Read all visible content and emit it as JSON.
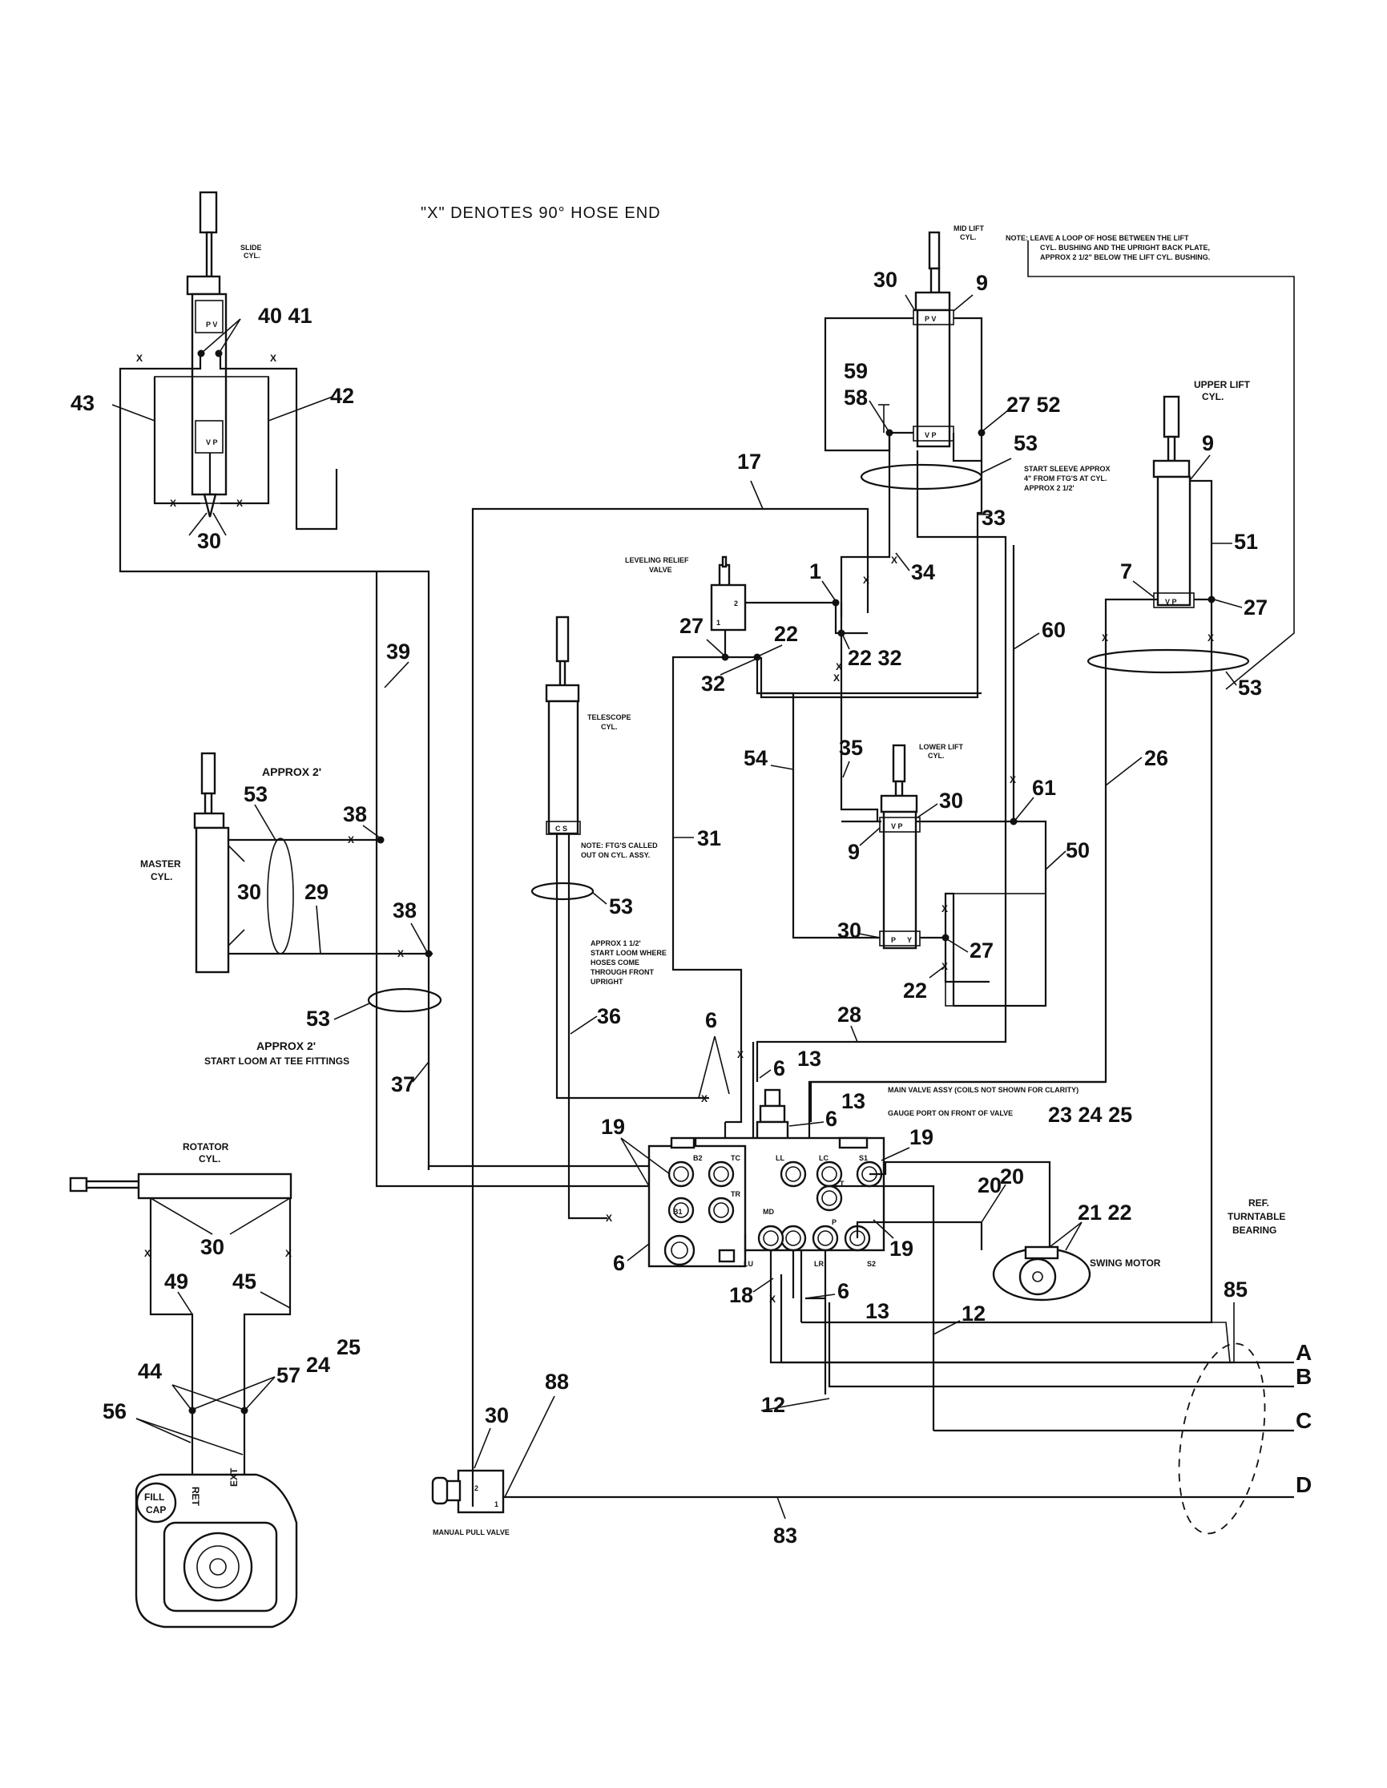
{
  "header": {
    "note_x": "\"X\" DENOTES 90° HOSE END"
  },
  "notes": {
    "loop_1": "NOTE: LEAVE A LOOP OF HOSE BETWEEN THE LIFT",
    "loop_2": "CYL. BUSHING AND THE UPRIGHT BACK PLATE,",
    "loop_3": "APPROX 2 1/2\" BELOW THE LIFT CYL. BUSHING.",
    "sleeve_1": "START SLEEVE APPROX",
    "sleeve_2": "4\" FROM FTG'S AT CYL.",
    "sleeve_3": "APPROX 2 1/2'",
    "ftg_1": "NOTE: FTG'S CALLED",
    "ftg_2": "OUT ON CYL. ASSY.",
    "loom_1": "APPROX 1 1/2'",
    "loom_2": "START LOOM WHERE",
    "loom_3": "HOSES COME",
    "loom_4": "THROUGH FRONT",
    "loom_5": "UPRIGHT",
    "tee_1": "APPROX 2'",
    "tee_2": "START LOOM AT TEE FITTINGS",
    "approx_master": "APPROX 2'",
    "valve_1": "MAIN VALVE ASSY (COILS NOT SHOWN FOR CLARITY)",
    "valve_2": "GAUGE PORT ON FRONT OF VALVE"
  },
  "components": {
    "slide_cyl_1": "SLIDE",
    "slide_cyl_2": "CYL.",
    "mid_lift_1": "MID LIFT",
    "mid_lift_2": "CYL.",
    "upper_lift_1": "UPPER LIFT",
    "upper_lift_2": "CYL.",
    "lower_lift_1": "LOWER LIFT",
    "lower_lift_2": "CYL.",
    "telescope_1": "TELESCOPE",
    "telescope_2": "CYL.",
    "master_1": "MASTER",
    "master_2": "CYL.",
    "rotator_1": "ROTATOR",
    "rotator_2": "CYL.",
    "leveling_1": "LEVELING RELIEF",
    "leveling_2": "VALVE",
    "swing_motor": "SWING MOTOR",
    "manual_valve": "MANUAL PULL VALVE",
    "turntable_1": "REF.",
    "turntable_2": "TURNTABLE",
    "turntable_3": "BEARING",
    "fill_1": "FILL",
    "fill_2": "CAP",
    "ret": "RET",
    "ext": "EXT"
  },
  "port_labels": {
    "pv": "P V",
    "vp": "V P",
    "cs": "C S",
    "p": "P",
    "v": "V",
    "y": "Y",
    "b2": "B2",
    "tc": "TC",
    "ll": "LL",
    "lc": "LC",
    "s1": "S1",
    "b1": "B1",
    "tr": "TR",
    "t": "T",
    "md": "MD",
    "lu": "LU",
    "lr": "LR",
    "s2": "S2",
    "one": "1",
    "two": "2"
  },
  "line_letters": {
    "a": "A",
    "b": "B",
    "c": "C",
    "d": "D"
  },
  "callouts": {
    "n40_41": "40 41",
    "n43": "43",
    "n42": "42",
    "n30": "30",
    "n9": "9",
    "n59": "59",
    "n58": "58",
    "n27_52": "27 52",
    "n53": "53",
    "n17": "17",
    "n33": "33",
    "n34": "34",
    "n1": "1",
    "n27": "27",
    "n22": "22",
    "n22_32": "22 32",
    "n32": "32",
    "n60": "60",
    "n7": "7",
    "n51": "51",
    "n39": "39",
    "n35": "35",
    "n54": "54",
    "n61": "61",
    "n26": "26",
    "n50": "50",
    "n31": "31",
    "n38": "38",
    "n29": "29",
    "n36": "36",
    "n28": "28",
    "n6": "6",
    "n13": "13",
    "n6_13": "6 13",
    "n23_24_25": "23 24 25",
    "n37": "37",
    "n19": "19",
    "n20": "20",
    "n21_22": "21 22",
    "n18": "18",
    "n12": "12",
    "n85": "85",
    "n45": "45",
    "n49": "49",
    "n44": "44",
    "n57": "57",
    "n24": "24",
    "n25": "25",
    "n56": "56",
    "n88": "88",
    "n83": "83"
  }
}
